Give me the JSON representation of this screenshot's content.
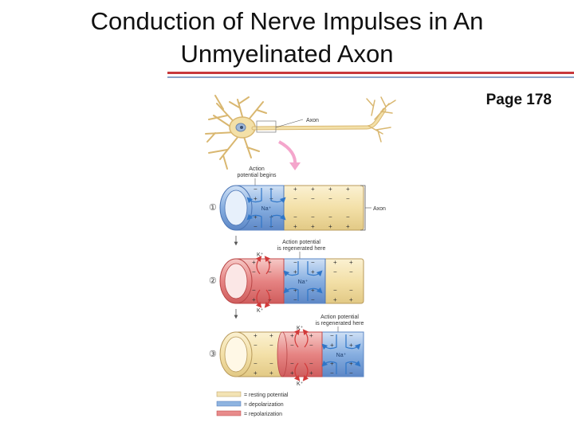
{
  "slide": {
    "title_line1": "Conduction of Nerve Impulses in An",
    "title_line2": "Unmyelinated Axon",
    "page_ref": "Page 178"
  },
  "diagram": {
    "neuron_label": "Axon",
    "step1": {
      "number": "①",
      "caption_line1": "Action",
      "caption_line2": "potential begins",
      "ion": "Na⁺",
      "side_label": "Axon"
    },
    "step2": {
      "number": "②",
      "caption_line1": "Action potential",
      "caption_line2": "is regenerated here",
      "ion_k": "K⁺",
      "ion_k_bottom": "K⁺",
      "ion_na": "Na⁺"
    },
    "step3": {
      "number": "③",
      "caption_line1": "Action potential",
      "caption_line2": "is regenerated here",
      "ion_k": "K⁺",
      "ion_k_bottom": "K⁺",
      "ion_na": "Na⁺"
    },
    "legend": [
      {
        "label": "= resting potential",
        "color": "#f3e3b4"
      },
      {
        "label": "= depolarization",
        "color": "#8fb4e0"
      },
      {
        "label": "= repolarization",
        "color": "#e88b8b"
      }
    ]
  }
}
